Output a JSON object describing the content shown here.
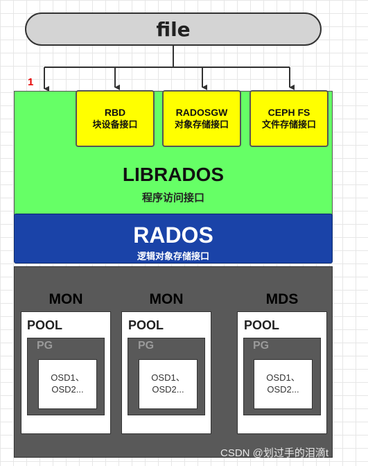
{
  "file_label": "file",
  "marker": "1",
  "interfaces": [
    {
      "name": "RBD",
      "desc": "块设备接口"
    },
    {
      "name": "RADOSGW",
      "desc": "对象存储接口"
    },
    {
      "name": "CEPH FS",
      "desc": "文件存储接口"
    }
  ],
  "librados": {
    "title": "LIBRADOS",
    "subtitle": "程序访问接口"
  },
  "rados": {
    "title": "RADOS",
    "subtitle": "逻辑对象存储接口"
  },
  "nodes": [
    {
      "type": "MON",
      "pool": "POOL",
      "pg": "PG",
      "osd_line1": "OSD1、",
      "osd_line2": "OSD2..."
    },
    {
      "type": "MON",
      "pool": "POOL",
      "pg": "PG",
      "osd_line1": "OSD1、",
      "osd_line2": "OSD2..."
    },
    {
      "type": "MDS",
      "pool": "POOL",
      "pg": "PG",
      "osd_line1": "OSD1、",
      "osd_line2": "OSD2..."
    }
  ],
  "watermark": "CSDN @划过手的泪滴t",
  "colors": {
    "librados_bg": "#66ff66",
    "interface_bg": "#ffff00",
    "rados_bg": "#1a43a8",
    "cluster_bg": "#595959",
    "marker": "#e60000"
  }
}
